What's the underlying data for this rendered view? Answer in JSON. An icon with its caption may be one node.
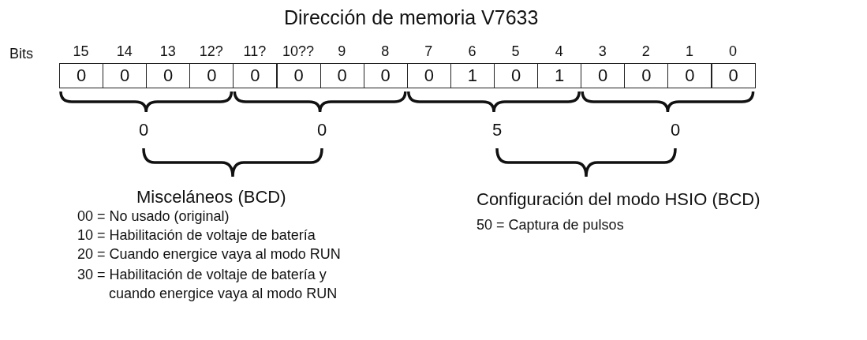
{
  "diagram": {
    "title": "Dirección de memoria V7633",
    "nodes": [
      {
        "text": [
          "0"
        ],
        "beside": [
          "15"
        ]
      },
      {
        "text": [
          "0"
        ],
        "beside": [
          "14"
        ]
      },
      {
        "text": [
          "0"
        ],
        "beside": [
          "13"
        ]
      },
      {
        "text": [
          "0"
        ],
        "beside": [
          "12?"
        ]
      },
      {
        "text": [
          "0"
        ],
        "beside": [
          "11?"
        ]
      },
      {
        "text": [
          "0"
        ],
        "beside": [
          "10??"
        ]
      },
      {
        "text": [
          "0"
        ],
        "beside": [
          "9"
        ]
      },
      {
        "text": [
          "0"
        ],
        "beside": [
          "8"
        ]
      },
      {
        "text": [
          "0"
        ],
        "beside": [
          "7"
        ]
      },
      {
        "text": [
          "1"
        ],
        "beside": [
          "6"
        ]
      },
      {
        "text": [
          "0"
        ],
        "beside": [
          "5"
        ]
      },
      {
        "text": [
          "1"
        ],
        "beside": [
          "4"
        ]
      },
      {
        "text": [
          "0"
        ],
        "beside": [
          "3"
        ]
      },
      {
        "text": [
          "0"
        ],
        "beside": [
          "2"
        ]
      },
      {
        "text": [
          "0"
        ],
        "beside": [
          "1"
        ]
      },
      {
        "text": [
          "0"
        ],
        "beside": [
          "0"
        ]
      }
    ],
    "edges": [],
    "labels": [
      "Bits",
      "0",
      "0",
      "5",
      "0",
      "Misceláneos (BCD)",
      "00 = No usado (original)",
      "10 = Habilitación de voltaje de batería",
      "20 = Cuando energice vaya al modo RUN",
      "30 = Habilitación de voltaje de batería y cuando energice vaya al modo RUN",
      "Configuración del modo HSIO  (BCD)",
      "50 = Captura de pulsos"
    ]
  }
}
